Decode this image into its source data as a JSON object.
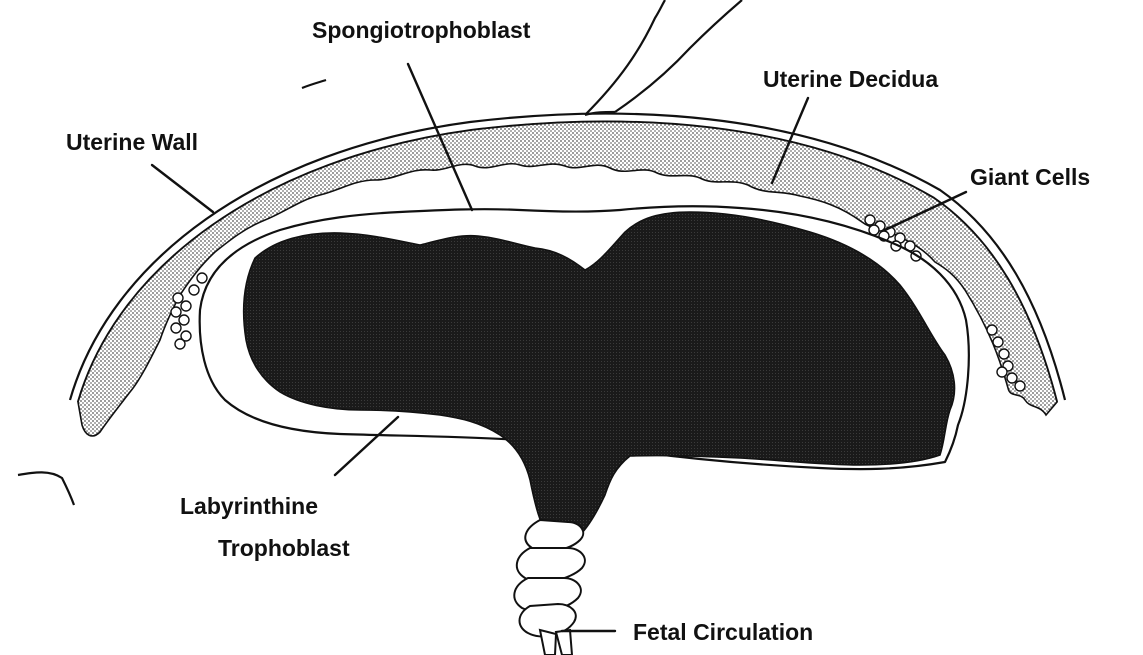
{
  "labels": {
    "spongiotrophoblast": "Spongiotrophoblast",
    "uterine_decidua": "Uterine Decidua",
    "uterine_wall": "Uterine Wall",
    "giant_cells": "Giant Cells",
    "labyrinthine_line1": "Labyrinthine",
    "labyrinthine_line2": "Trophoblast",
    "fetal_circulation": "Fetal Circulation"
  }
}
